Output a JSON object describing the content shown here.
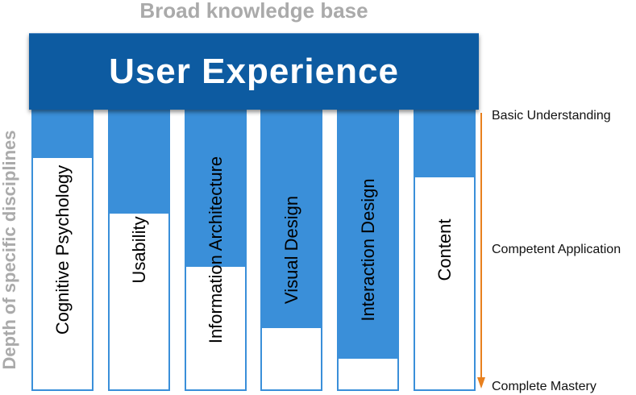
{
  "top_title": "Broad knowledge base",
  "side_title": "Depth of specific disciplines",
  "banner_title": "User Experience",
  "disciplines": [
    {
      "label": "Cognitive Psychology",
      "depth": 0.17
    },
    {
      "label": "Usability",
      "depth": 0.37
    },
    {
      "label": "Information Architecture",
      "depth": 0.56
    },
    {
      "label": "Visual Design",
      "depth": 0.78
    },
    {
      "label": "Interaction Design",
      "depth": 0.89
    },
    {
      "label": "Content",
      "depth": 0.24
    }
  ],
  "scale": {
    "top": "Basic Understanding",
    "middle": "Competent Application",
    "bottom": "Complete Mastery"
  },
  "colors": {
    "banner": "#0d5ba1",
    "fill": "#3a8fd9",
    "arrow": "#e8801e",
    "muted_text": "#aaaaaa"
  }
}
